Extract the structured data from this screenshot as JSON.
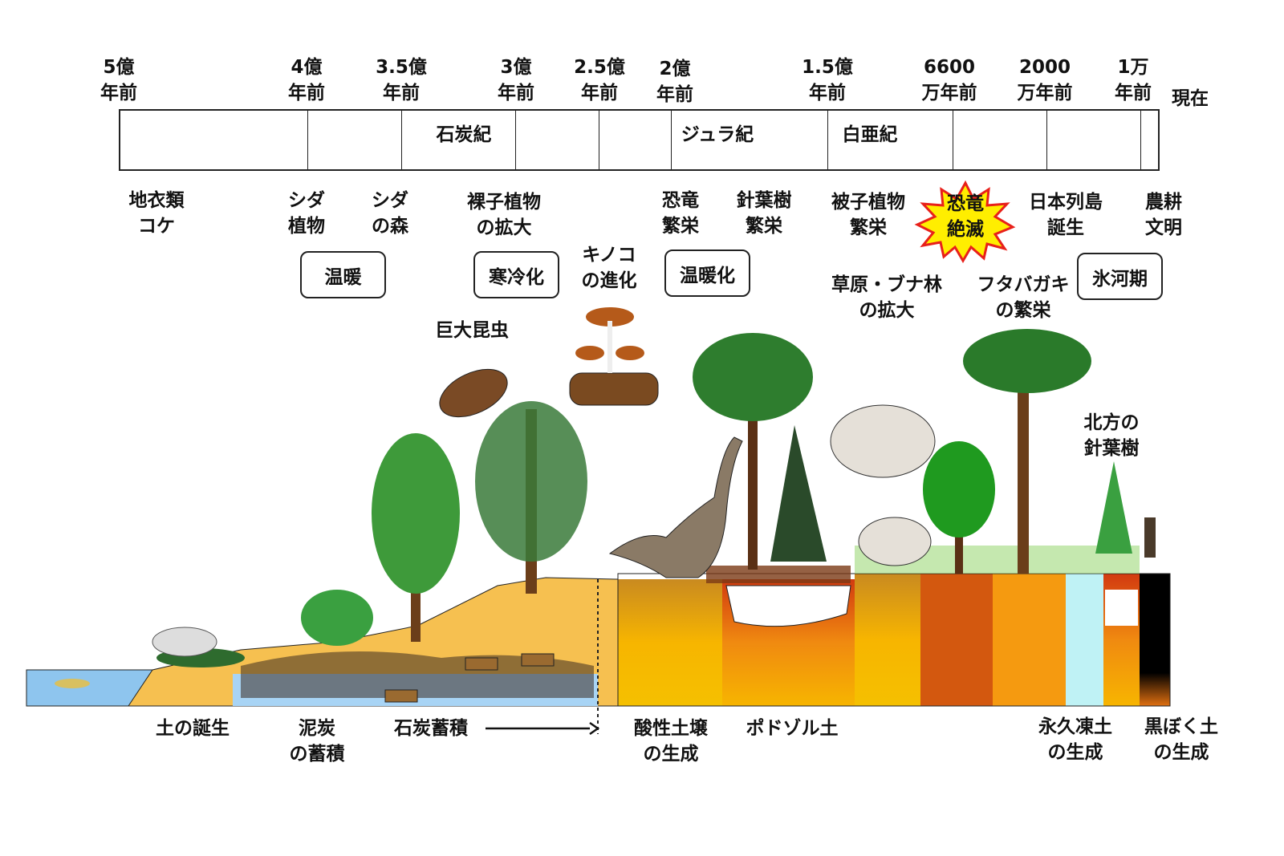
{
  "timeline": {
    "ticks": [
      {
        "a": "5億",
        "b": "年前"
      },
      {
        "a": "4億",
        "b": "年前"
      },
      {
        "a": "3.5億",
        "b": "年前"
      },
      {
        "a": "3億",
        "b": "年前"
      },
      {
        "a": "2.5億",
        "b": "年前"
      },
      {
        "a": "2億",
        "b": "年前"
      },
      {
        "a": "1.5億",
        "b": "年前"
      },
      {
        "a": "6600",
        "b": "万年前"
      },
      {
        "a": "2000",
        "b": "万年前"
      },
      {
        "a": "1万",
        "b": "年前"
      }
    ],
    "present": "現在",
    "periods": [
      "石炭紀",
      "ジュラ紀",
      "白亜紀"
    ]
  },
  "events": [
    {
      "a": "地衣類",
      "b": "コケ"
    },
    {
      "a": "シダ",
      "b": "植物"
    },
    {
      "a": "シダ",
      "b": "の森"
    },
    {
      "a": "裸子植物",
      "b": "の拡大"
    },
    {
      "a": "恐竜",
      "b": "繁栄"
    },
    {
      "a": "針葉樹",
      "b": "繁栄"
    },
    {
      "a": "被子植物",
      "b": "繁栄"
    },
    {
      "a": "恐竜",
      "b": "絶滅"
    },
    {
      "a": "日本列島",
      "b": "誕生"
    },
    {
      "a": "農耕",
      "b": "文明"
    }
  ],
  "climate": [
    "温暖",
    "寒冷化",
    "温暖化",
    "氷河期"
  ],
  "notes": {
    "mushroom": {
      "a": "キノコ",
      "b": "の進化"
    },
    "grassland": {
      "a": "草原・ブナ林",
      "b": "の拡大"
    },
    "dipterocarp": {
      "a": "フタバガキ",
      "b": "の繁栄"
    },
    "insect": "巨大昆虫",
    "boreal": {
      "a": "北方の",
      "b": "針葉樹"
    }
  },
  "soils": [
    {
      "a": "土の誕生"
    },
    {
      "a": "泥炭",
      "b": "の蓄積"
    },
    {
      "a": "石炭蓄積"
    },
    {
      "a": "酸性土壌",
      "b": "の生成"
    },
    {
      "a": "ポドゾル土"
    },
    {
      "a": "永久凍土",
      "b": "の生成"
    },
    {
      "a": "黒ぼく土",
      "b": "の生成"
    }
  ],
  "colors": {
    "star": "#ffee00",
    "star_edge": "#e8201a",
    "soil_gold": "#f7b500",
    "soil_orange": "#e06a10",
    "water": "#8ec5ee"
  }
}
